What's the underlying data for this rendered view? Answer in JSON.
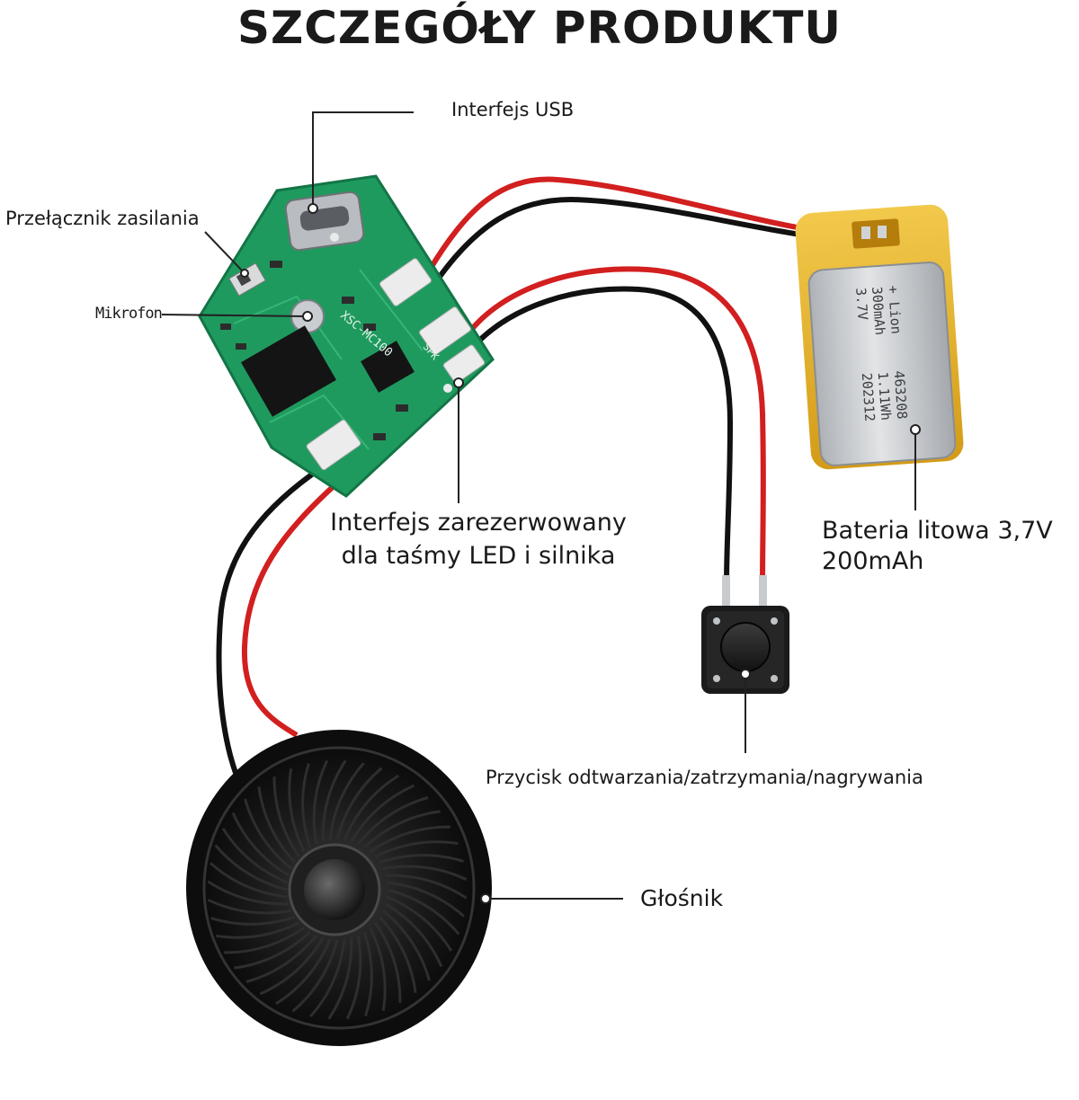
{
  "title": "SZCZEGÓŁY PRODUKTU",
  "labels": {
    "usb": "Interfejs USB",
    "power_switch": "Przełącznik zasilania",
    "microphone": "Mikrofon",
    "led_motor_line1": "Interfejs zarezerwowany",
    "led_motor_line2": "dla taśmy LED i silnika",
    "battery_line1": "Bateria litowa 3,7V",
    "battery_line2": "200mAh",
    "button": "Przycisk odtwarzania/zatrzymania/nagrywania",
    "speaker": "Głośnik"
  },
  "battery_print": {
    "line1": "+ Lion",
    "line2": "300mAh",
    "line3": "3.7V",
    "line4": "463208",
    "line5": "1.11Wh",
    "line6": "202312"
  },
  "pcb_print": {
    "model": "XSC-MC100",
    "spk": "SPK"
  },
  "colors": {
    "pcb": "#1f9a5e",
    "wire_red": "#d21f1f",
    "wire_black": "#111111",
    "battery_wrap": "#e8b62a",
    "battery_body": "#c9ccd0"
  }
}
